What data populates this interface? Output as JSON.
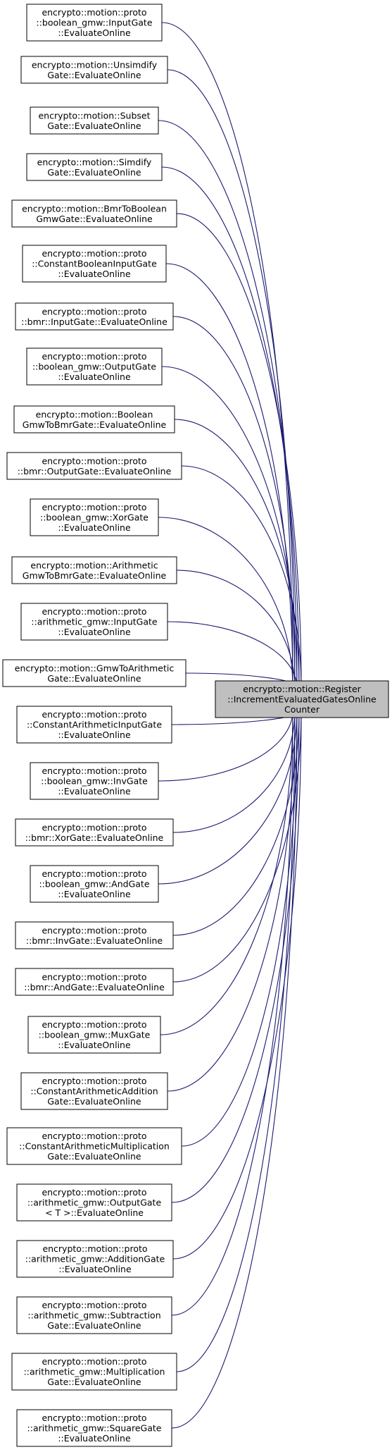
{
  "diagram": {
    "colors": {
      "edge": "#191970",
      "node_border": "#000000",
      "target_fill": "#bfbfbf",
      "node_fill": "#ffffff"
    },
    "target": {
      "lines": [
        "encrypto::motion::Register",
        "::IncrementEvaluatedGatesOnline",
        "Counter"
      ]
    },
    "callers": [
      {
        "lines": [
          "encrypto::motion::proto",
          "::boolean_gmw::InputGate",
          "::EvaluateOnline"
        ]
      },
      {
        "lines": [
          "encrypto::motion::Unsimdify",
          "Gate::EvaluateOnline"
        ]
      },
      {
        "lines": [
          "encrypto::motion::Subset",
          "Gate::EvaluateOnline"
        ]
      },
      {
        "lines": [
          "encrypto::motion::Simdify",
          "Gate::EvaluateOnline"
        ]
      },
      {
        "lines": [
          "encrypto::motion::BmrToBoolean",
          "GmwGate::EvaluateOnline"
        ]
      },
      {
        "lines": [
          "encrypto::motion::proto",
          "::ConstantBooleanInputGate",
          "::EvaluateOnline"
        ]
      },
      {
        "lines": [
          "encrypto::motion::proto",
          "::bmr::InputGate::EvaluateOnline"
        ]
      },
      {
        "lines": [
          "encrypto::motion::proto",
          "::boolean_gmw::OutputGate",
          "::EvaluateOnline"
        ]
      },
      {
        "lines": [
          "encrypto::motion::Boolean",
          "GmwToBmrGate::EvaluateOnline"
        ]
      },
      {
        "lines": [
          "encrypto::motion::proto",
          "::bmr::OutputGate::EvaluateOnline"
        ]
      },
      {
        "lines": [
          "encrypto::motion::proto",
          "::boolean_gmw::XorGate",
          "::EvaluateOnline"
        ]
      },
      {
        "lines": [
          "encrypto::motion::Arithmetic",
          "GmwToBmrGate::EvaluateOnline"
        ]
      },
      {
        "lines": [
          "encrypto::motion::proto",
          "::arithmetic_gmw::InputGate",
          "::EvaluateOnline"
        ]
      },
      {
        "lines": [
          "encrypto::motion::GmwToArithmetic",
          "Gate::EvaluateOnline"
        ]
      },
      {
        "lines": [
          "encrypto::motion::proto",
          "::ConstantArithmeticInputGate",
          "::EvaluateOnline"
        ]
      },
      {
        "lines": [
          "encrypto::motion::proto",
          "::boolean_gmw::InvGate",
          "::EvaluateOnline"
        ]
      },
      {
        "lines": [
          "encrypto::motion::proto",
          "::bmr::XorGate::EvaluateOnline"
        ]
      },
      {
        "lines": [
          "encrypto::motion::proto",
          "::boolean_gmw::AndGate",
          "::EvaluateOnline"
        ]
      },
      {
        "lines": [
          "encrypto::motion::proto",
          "::bmr::InvGate::EvaluateOnline"
        ]
      },
      {
        "lines": [
          "encrypto::motion::proto",
          "::bmr::AndGate::EvaluateOnline"
        ]
      },
      {
        "lines": [
          "encrypto::motion::proto",
          "::boolean_gmw::MuxGate",
          "::EvaluateOnline"
        ]
      },
      {
        "lines": [
          "encrypto::motion::proto",
          "::ConstantArithmeticAddition",
          "Gate::EvaluateOnline"
        ]
      },
      {
        "lines": [
          "encrypto::motion::proto",
          "::ConstantArithmeticMultiplication",
          "Gate::EvaluateOnline"
        ]
      },
      {
        "lines": [
          "encrypto::motion::proto",
          "::arithmetic_gmw::OutputGate",
          "< T >::EvaluateOnline"
        ]
      },
      {
        "lines": [
          "encrypto::motion::proto",
          "::arithmetic_gmw::AdditionGate",
          "::EvaluateOnline"
        ]
      },
      {
        "lines": [
          "encrypto::motion::proto",
          "::arithmetic_gmw::Subtraction",
          "Gate::EvaluateOnline"
        ]
      },
      {
        "lines": [
          "encrypto::motion::proto",
          "::arithmetic_gmw::Multiplication",
          "Gate::EvaluateOnline"
        ]
      },
      {
        "lines": [
          "encrypto::motion::proto",
          "::arithmetic_gmw::SquareGate",
          "::EvaluateOnline"
        ]
      }
    ]
  }
}
